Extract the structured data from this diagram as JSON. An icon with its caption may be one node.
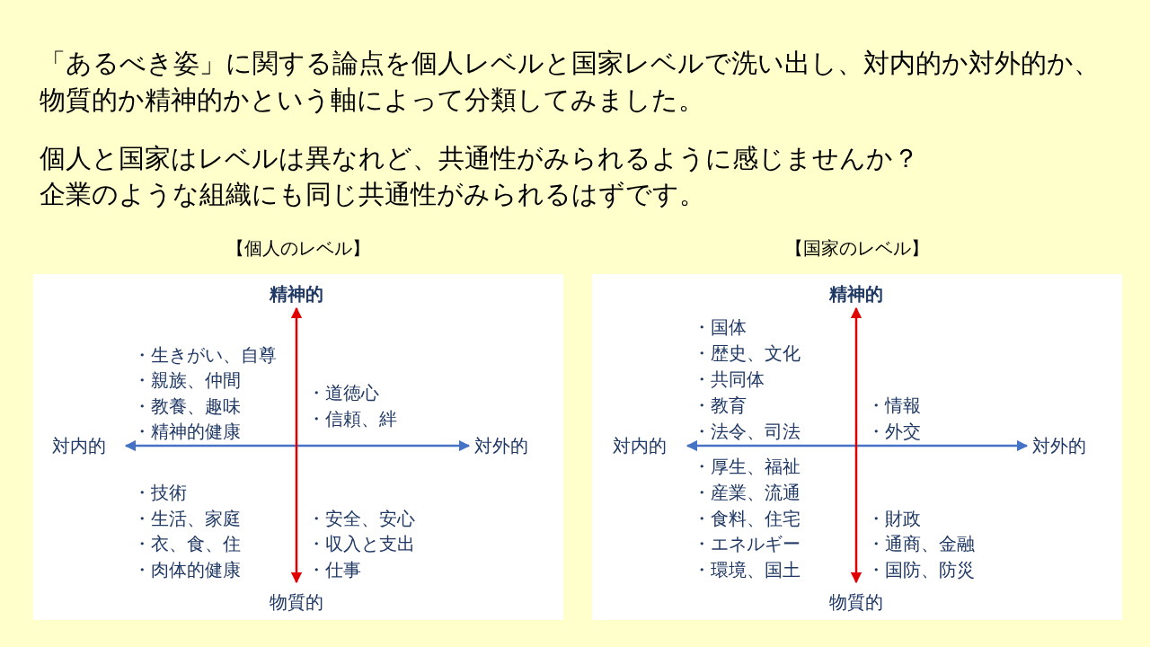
{
  "diagram": {
    "nodes": [
      {
        "text": [
          "【個人のレベル】"
        ]
      },
      {
        "text": [
          "【国家のレベル】"
        ]
      }
    ],
    "labels": [
      "「あるべき姿」に関する論点を個人レベルと国家レベルで洗い出し、対内的か対外的か、物質的か精神的かという軸によって分類してみました。",
      "個人と国家はレベルは異なれど、共通性がみられるように感じませんか？",
      "企業のような組織にも同じ共通性がみられるはずです。",
      "精神的",
      "・生きがい、自尊",
      "・親族、仲間",
      "・教養、趣味",
      "・精神的健康",
      "・道徳心",
      "・信頼、絆",
      "対内的",
      "対外的",
      "・技術",
      "・生活、家庭",
      "・衣、食、住",
      "・肉体的健康",
      "・安全、安心",
      "・収入と支出",
      "・仕事",
      "物質的",
      "精神的",
      "・国体",
      "・歴史、文化",
      "・共同体",
      "・教育",
      "・法令、司法",
      "・情報",
      "・外交",
      "対内的",
      "対外的",
      "・厚生、福祉",
      "・産業、流通",
      "・食料、住宅",
      "・エネルギー",
      "・環境、国土",
      "・財政",
      "・通商、金融",
      "・国防、防災",
      "物質的"
    ]
  }
}
